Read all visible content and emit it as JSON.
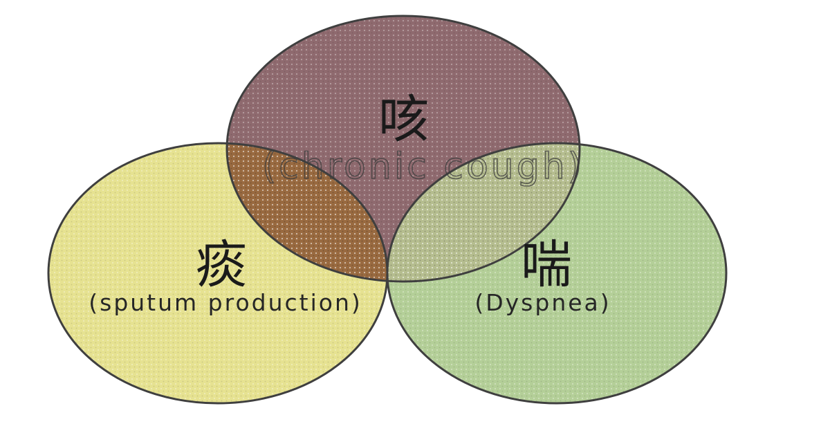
{
  "diagram": {
    "circles": [
      {
        "id": "cough",
        "label_cn": "咳",
        "label_en": "(chronic cough)",
        "color": "#8f6a6f"
      },
      {
        "id": "sputum",
        "label_cn": "痰",
        "label_en": "(sputum production)",
        "color": "#e6e291"
      },
      {
        "id": "dyspnea",
        "label_cn": "喘",
        "label_en": "(Dyspnea)",
        "color": "#b4cf98"
      }
    ],
    "overlap_colors": {
      "cough_sputum": "#996a40",
      "cough_dyspnea": "#b8c491",
      "sputum_dyspnea": "#c3dc45"
    }
  }
}
